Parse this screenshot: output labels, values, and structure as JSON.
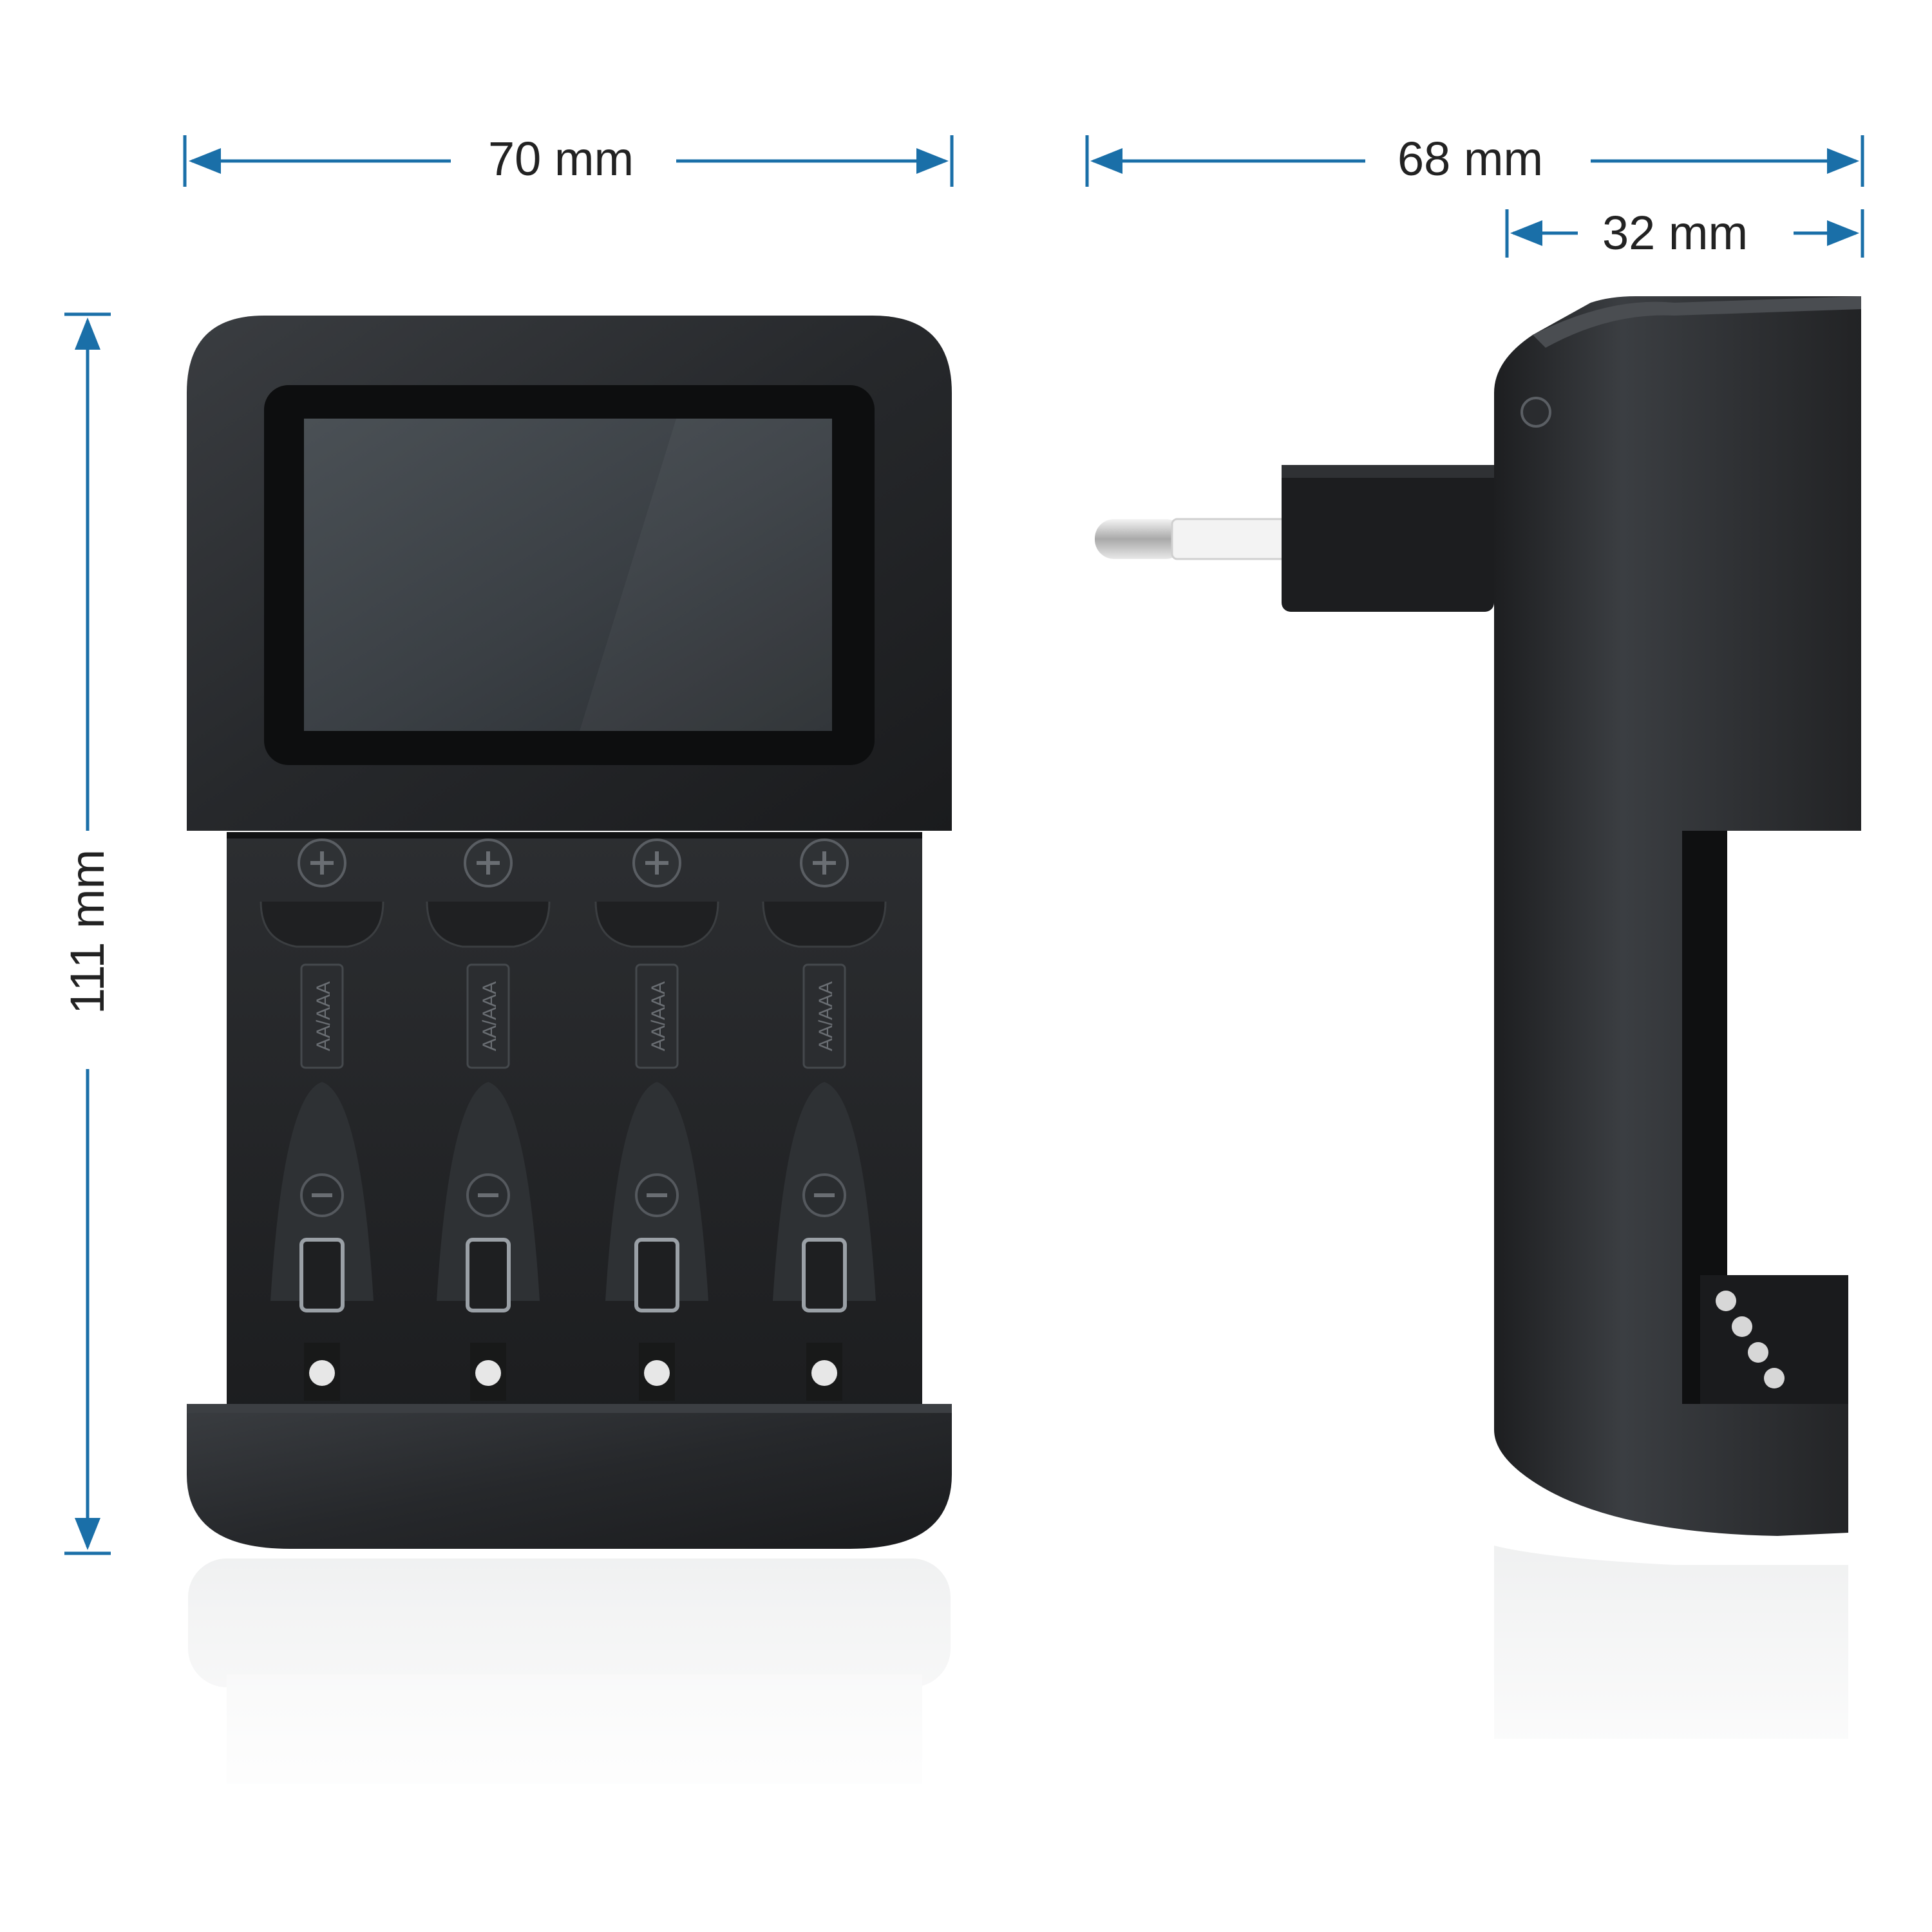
{
  "dimensions": {
    "front_width": "70 mm",
    "side_depth": "68 mm",
    "plug_depth": "32 mm",
    "height": "111 mm"
  },
  "cells": [
    {
      "label": "AA/AAA"
    },
    {
      "label": "AA/AAA"
    },
    {
      "label": "AA/AAA"
    },
    {
      "label": "AA/AAA"
    }
  ],
  "colors": {
    "dimension_line": "#1a6fa8",
    "housing": "#26282b",
    "housing_dark": "#151618",
    "screen": "#3a3f44",
    "label_text": "#222222"
  }
}
